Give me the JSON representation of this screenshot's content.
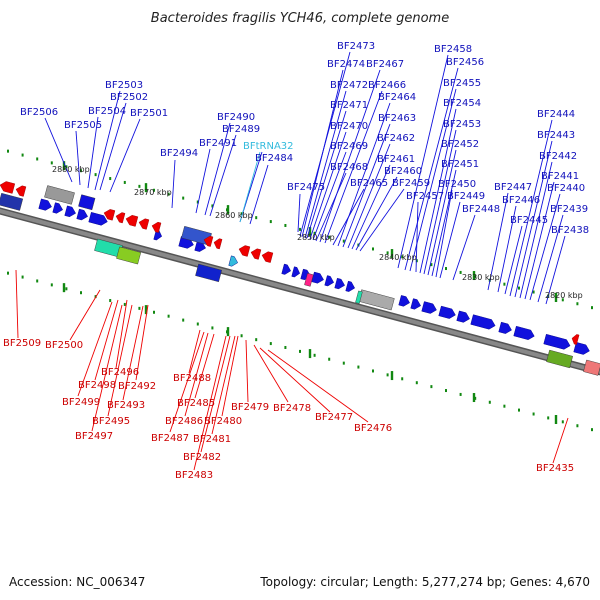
{
  "title": "Bacteroides fragilis YCH46, complete genome",
  "footer": {
    "accession": "Accession: NC_006347",
    "summary": "Topology: circular; Length: 5,277,274 bp; Genes: 4,670"
  },
  "colors": {
    "forward": "#1111dd",
    "reverse": "#ee0000",
    "trna": "#33bbdd",
    "backbone": "#888888",
    "tick": "#118811"
  },
  "kbp_labels": [
    "2880 kbp",
    "2870 kbp",
    "2860 kbp",
    "2850 kbp",
    "2840 kbp",
    "2830 kbp",
    "2820 kbp"
  ],
  "forward_labels": [
    "BF2506",
    "BF2505",
    "BF2504",
    "BF2503",
    "BF2502",
    "BF2501",
    "BF2494",
    "BF2491",
    "BF2490",
    "BF2489",
    "BFtRNA32",
    "BF2484",
    "BF2475",
    "BF2473",
    "BF2474",
    "BF2472",
    "BF2471",
    "BF2470",
    "BF2469",
    "BF2468",
    "BF2467",
    "BF2466",
    "BF2465",
    "BF2464",
    "BF2463",
    "BF2462",
    "BF2461",
    "BF2460",
    "BF2459",
    "BF2458",
    "BF2456",
    "BF2455",
    "BF2457",
    "BF2454",
    "BF2453",
    "BF2452",
    "BF2451",
    "BF2450",
    "BF2449",
    "BF2448",
    "BF2447",
    "BF2446",
    "BF2445",
    "BF2444",
    "BF2443",
    "BF2442",
    "BF2441",
    "BF2440",
    "BF2439",
    "BF2438"
  ],
  "reverse_labels": [
    "BF2509",
    "BF2500",
    "BF2496",
    "BF2498",
    "BF2492",
    "BF2499",
    "BF2493",
    "BF2495",
    "BF2497",
    "BF2488",
    "BF2485",
    "BF2486",
    "BF2480",
    "BF2487",
    "BF2481",
    "BF2482",
    "BF2483",
    "BF2479",
    "BF2478",
    "BF2477",
    "BF2476",
    "BF2435"
  ]
}
